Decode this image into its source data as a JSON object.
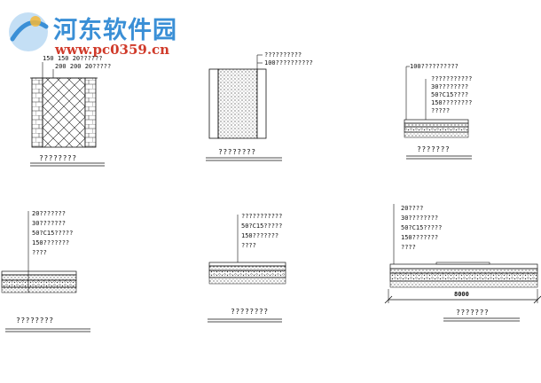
{
  "watermark": {
    "site_name": "河东软件园",
    "url": "www.pc0359.cn"
  },
  "details": [
    {
      "id": "detail-1",
      "top_labels": [
        "150 150 20??????",
        "200 200 20?????"
      ],
      "caption": "????????"
    },
    {
      "id": "detail-2",
      "labels": [
        "??????????",
        "100??????????"
      ],
      "caption": "????????"
    },
    {
      "id": "detail-3",
      "labels": [
        "100??????????",
        "???????????",
        "30????????",
        "50?C15????",
        "150????????",
        "?????"
      ],
      "caption": "???????"
    },
    {
      "id": "detail-4",
      "labels": [
        "20???????",
        "30???????",
        "50?C15?????",
        "150???????",
        "????"
      ],
      "caption": "????????"
    },
    {
      "id": "detail-5",
      "labels": [
        "???????????",
        "50?C15?????",
        "150???????",
        "????"
      ],
      "caption": "????????"
    },
    {
      "id": "detail-6",
      "labels": [
        "20????",
        "30????????",
        "50?C15?????",
        "150???????",
        "????"
      ],
      "caption": "???????",
      "dimension": "8000"
    }
  ],
  "colors": {
    "line": "#111111",
    "title": "#3a8fd6",
    "url": "#d03a2a"
  }
}
